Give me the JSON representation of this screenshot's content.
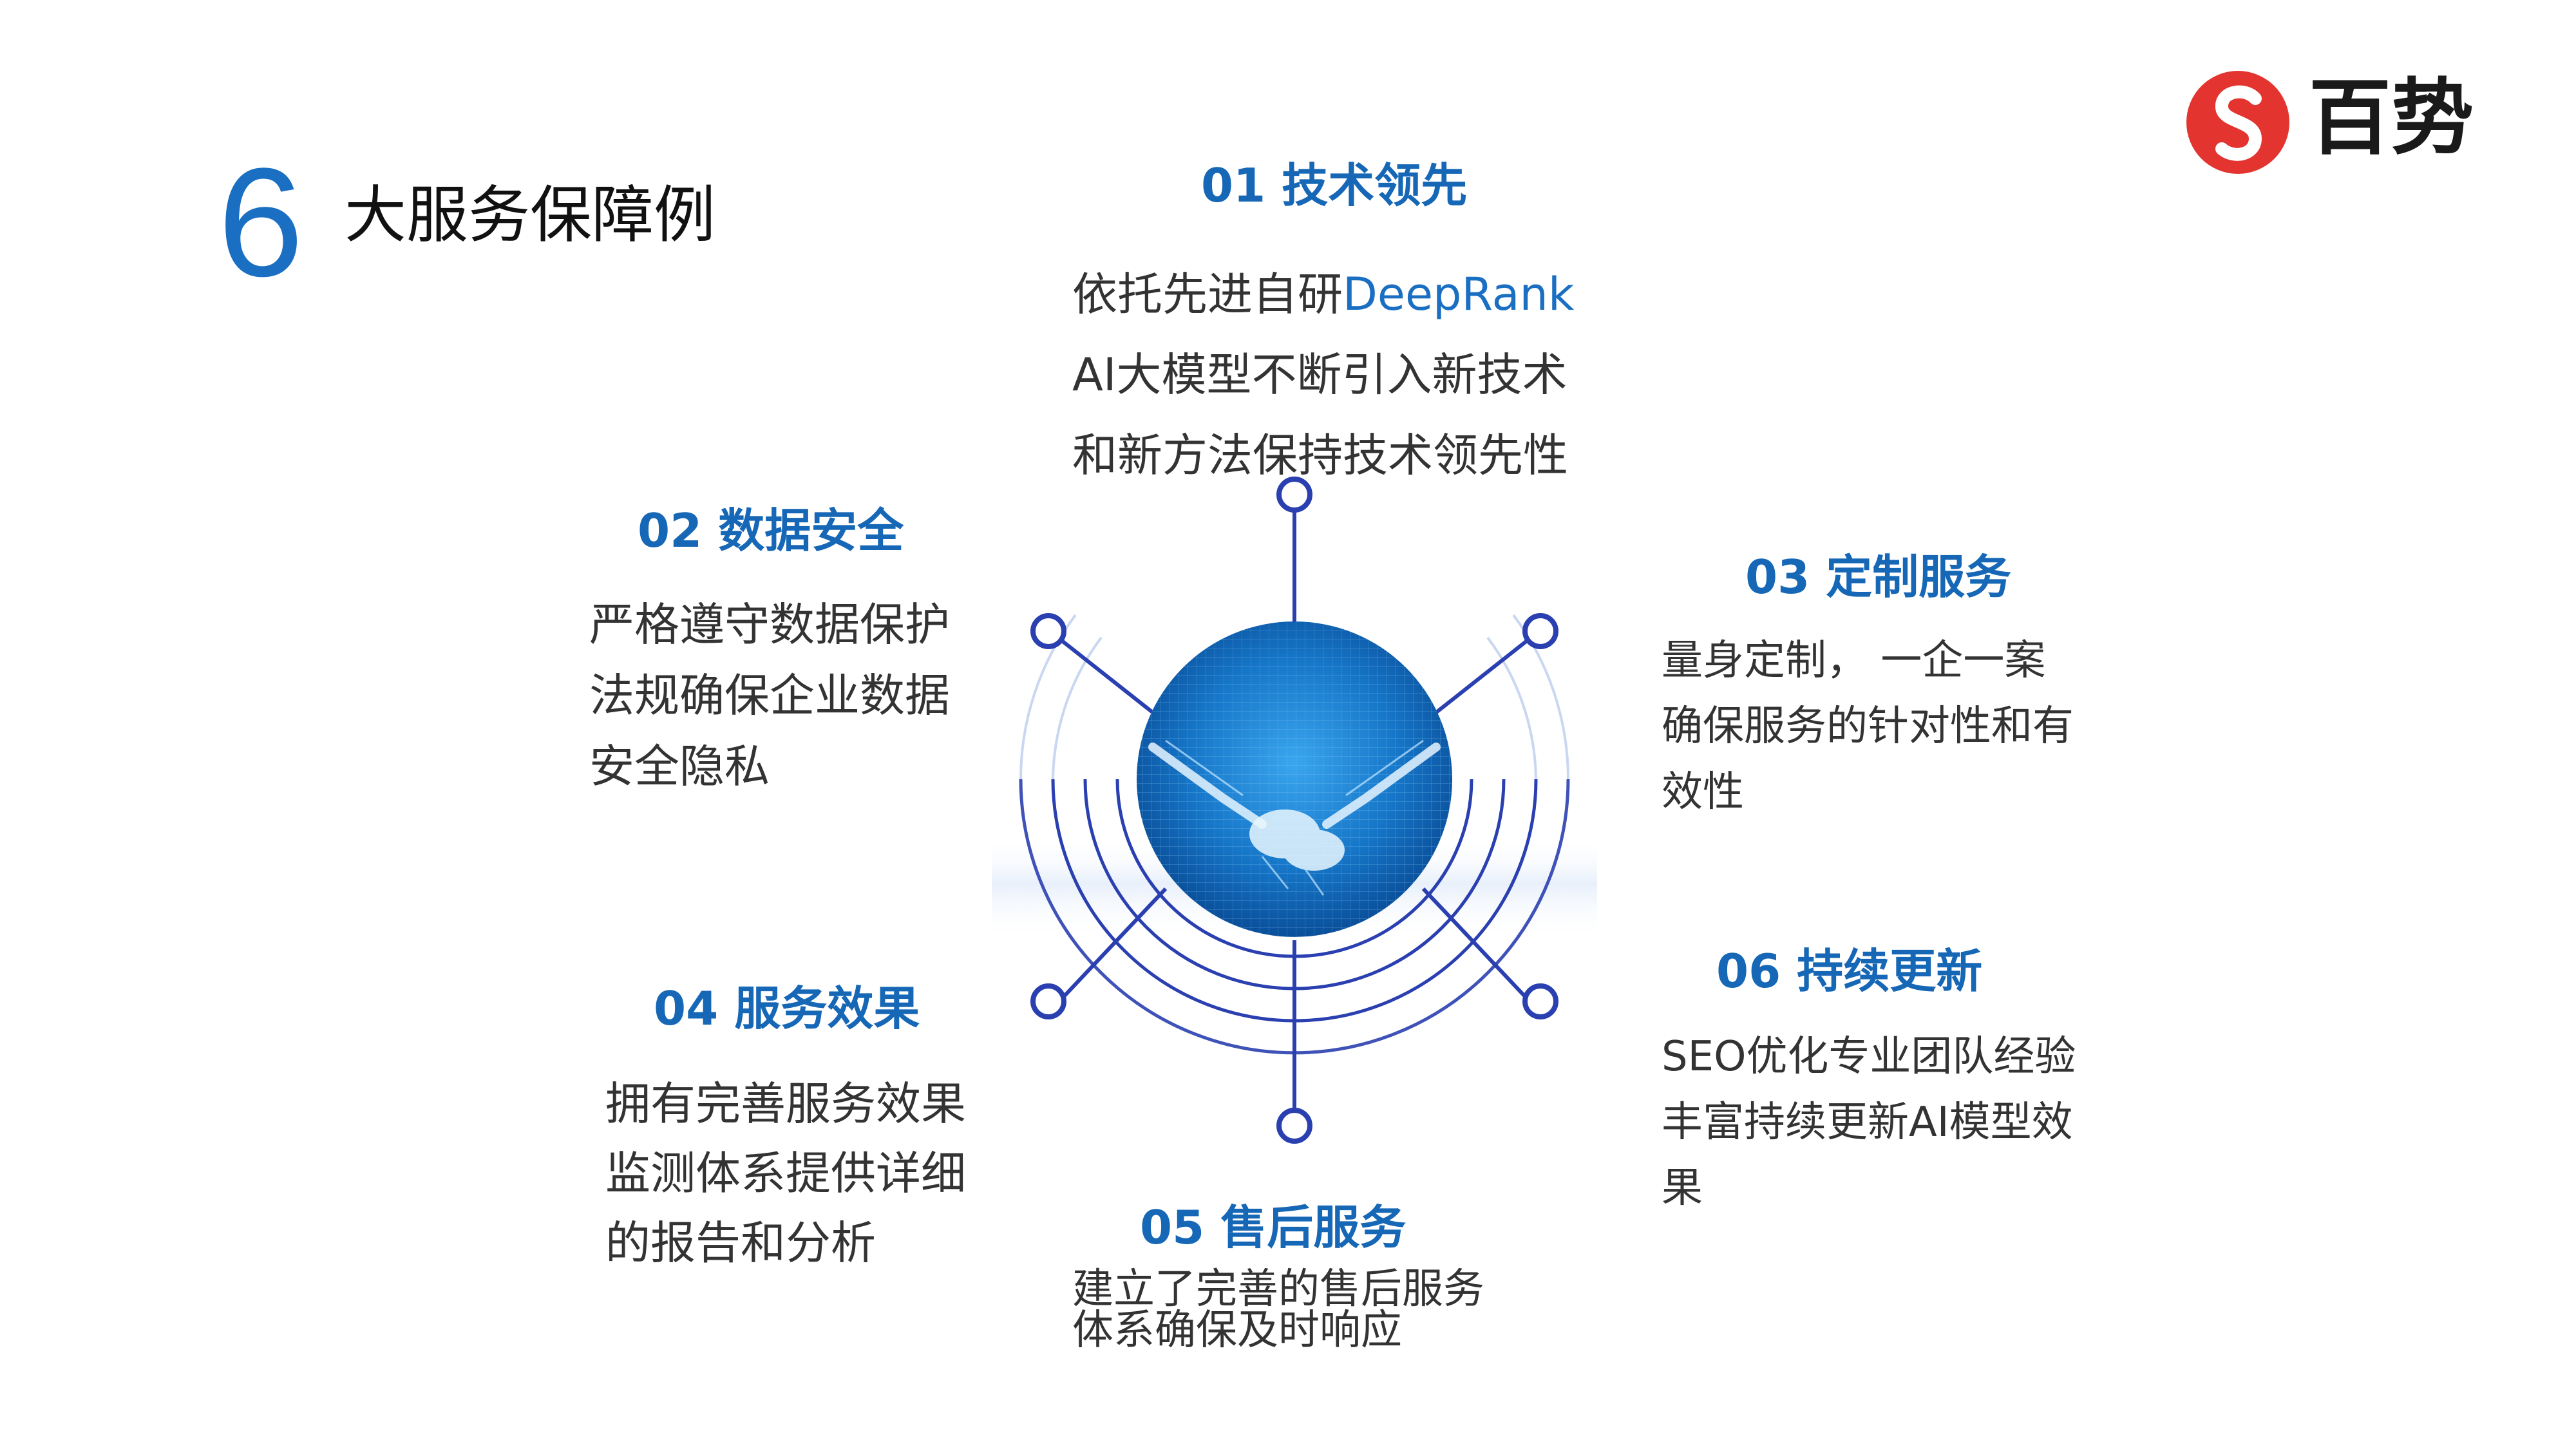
{
  "header": {
    "number": "6",
    "title": "大服务保障例"
  },
  "brand": {
    "logo_text": "百势",
    "logo_colors": {
      "primary": "#e3342f",
      "text": "#1a1a1a"
    }
  },
  "colors": {
    "accent": "#1667b6",
    "body_text": "#333333",
    "node_stroke": "#2a3fb0"
  },
  "sections": [
    {
      "title": "01 技术领先",
      "lines": [
        {
          "pre": "依托先进自研",
          "hl": "DeepRank",
          "post": ""
        },
        {
          "pre": "AI大模型不断引入新技术",
          "hl": "",
          "post": ""
        },
        {
          "pre": "和新方法保持技术领先性",
          "hl": "",
          "post": ""
        }
      ]
    },
    {
      "title": "02 数据安全",
      "lines": [
        "严格遵守数据保护",
        "法规确保企业数据",
        "安全隐私"
      ]
    },
    {
      "title": "03 定制服务",
      "lines": [
        "量身定制， 一企一案",
        "确保服务的针对性和有",
        "效性"
      ]
    },
    {
      "title": "04 服务效果",
      "lines": [
        "拥有完善服务效果",
        "监测体系提供详细",
        "的报告和分析"
      ]
    },
    {
      "title": "05 售后服务",
      "lines": [
        "建立了完善的售后服务",
        "体系确保及时响应"
      ]
    },
    {
      "title": "06 持续更新",
      "lines": [
        "SEO优化专业团队经验",
        "丰富持续更新AI模型效",
        "果"
      ]
    }
  ],
  "center_image": {
    "icon": "robot-handshake-image"
  }
}
